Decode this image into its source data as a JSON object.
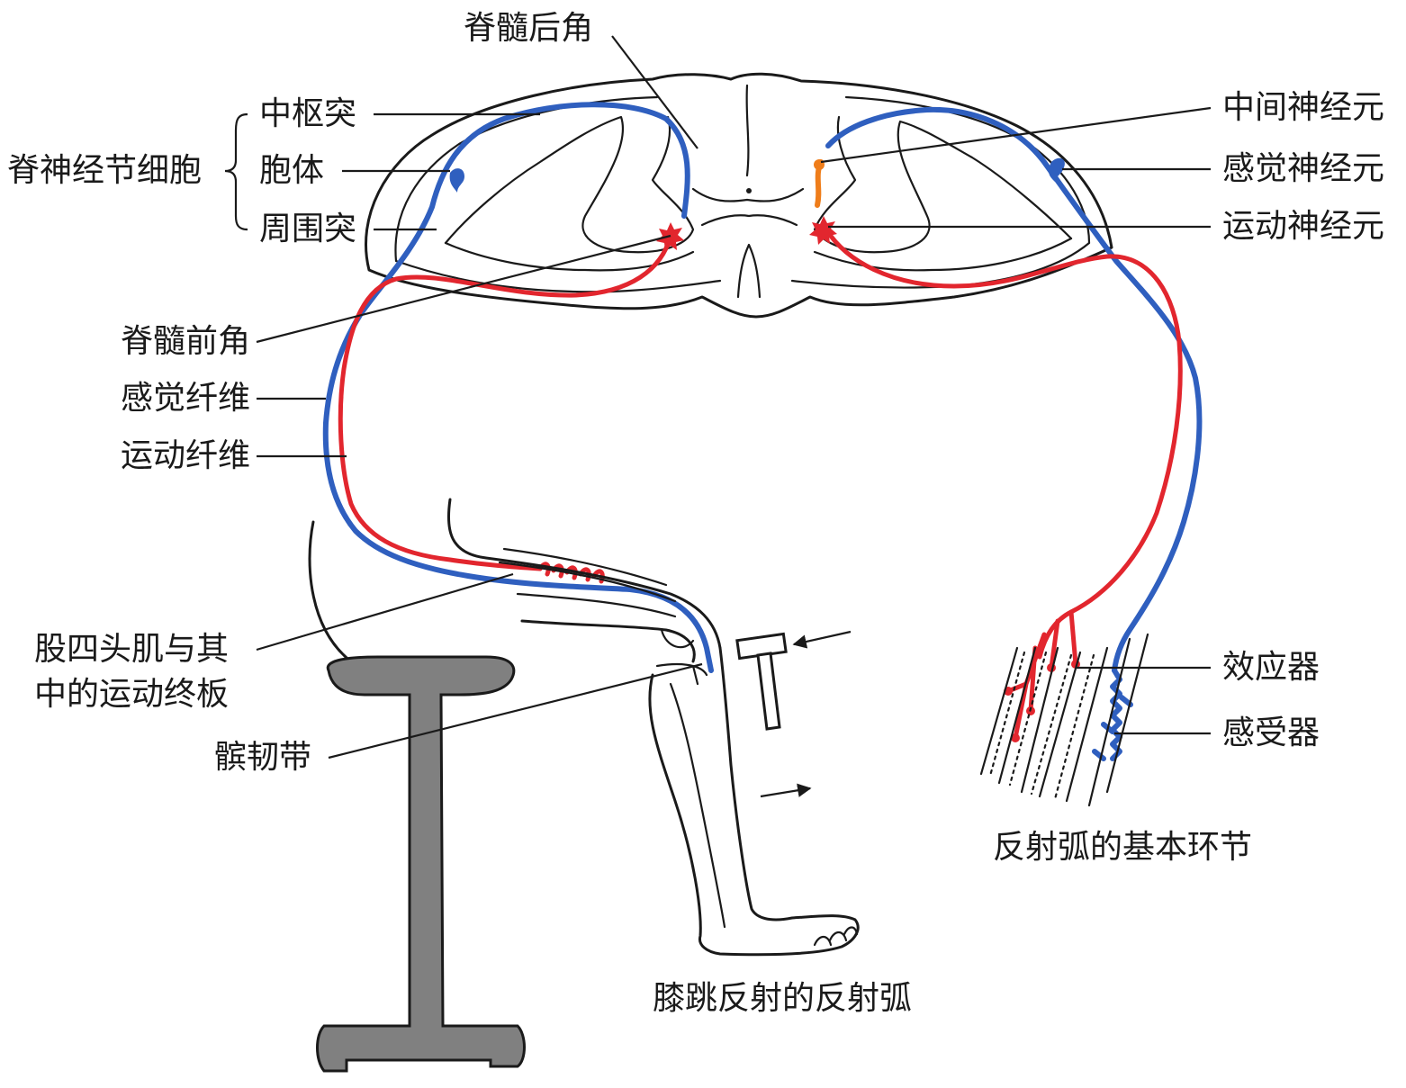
{
  "colors": {
    "sensory": "#2f5fbf",
    "motor": "#e2262e",
    "interneuron": "#ef7d1a",
    "outline": "#1a1a1a",
    "stool": "#808080",
    "background": "#ffffff"
  },
  "labels": {
    "dorsal_horn": "脊髓后角",
    "central_process": "中枢突",
    "cell_body": "胞体",
    "peripheral_process": "周围突",
    "ganglion_cell": "脊神经节细胞",
    "ventral_horn": "脊髓前角",
    "sensory_fiber": "感觉纤维",
    "motor_fiber": "运动纤维",
    "quadriceps_line1": "股四头肌与其",
    "quadriceps_line2": "中的运动终板",
    "patellar_ligament": "髌韧带",
    "interneuron": "中间神经元",
    "sensory_neuron": "感觉神经元",
    "motor_neuron": "运动神经元",
    "effector": "效应器",
    "receptor": "感受器"
  },
  "captions": {
    "basic_reflex_arc": "反射弧的基本环节",
    "knee_jerk_arc": "膝跳反射的反射弧"
  },
  "icons": {
    "bracket": "curly-bracket",
    "hammer": "reflex-hammer-icon",
    "arrows": "arrow-icon"
  }
}
